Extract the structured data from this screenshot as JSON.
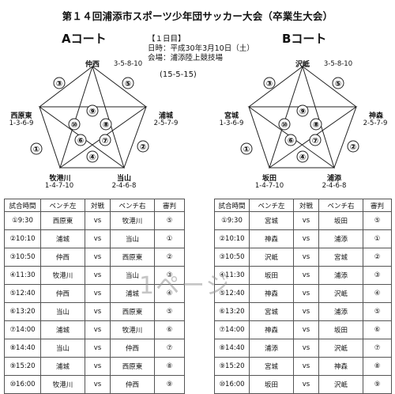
{
  "title": "第１４回浦添市スポーツ少年団サッカー大会（卒業生大会）",
  "info": {
    "day": "【１日目】",
    "date": "日時：平成30年3月10日（土）",
    "venue": "会場：浦添陸上競技場",
    "score_note": "(15-5-15)"
  },
  "courts": {
    "a": {
      "label": "Aコート",
      "teams": {
        "top": {
          "name": "仲西",
          "schedule": "3-5-8-10"
        },
        "right": {
          "name": "浦城",
          "schedule": "2-5-7-9"
        },
        "bottom_right": {
          "name": "当山",
          "schedule": "2-4-6-8"
        },
        "bottom_left": {
          "name": "牧港川",
          "schedule": "1-4-7-10"
        },
        "left": {
          "name": "西原東",
          "schedule": "1-3-6-9"
        }
      }
    },
    "b": {
      "label": "Bコート",
      "teams": {
        "top": {
          "name": "沢岻",
          "schedule": "3-5-8-10"
        },
        "right": {
          "name": "神森",
          "schedule": "2-5-7-9"
        },
        "bottom_right": {
          "name": "浦添",
          "schedule": "2-4-6-8"
        },
        "bottom_left": {
          "name": "坂田",
          "schedule": "1-4-7-10"
        },
        "left": {
          "name": "宮城",
          "schedule": "1-3-6-9"
        }
      }
    }
  },
  "match_numbers": [
    "①",
    "②",
    "③",
    "④",
    "⑤",
    "⑥",
    "⑦",
    "⑧",
    "⑨",
    "⑩"
  ],
  "table_headers": [
    "試合時間",
    "ベンチ左",
    "対戦",
    "ベンチ右",
    "審判"
  ],
  "table_a": [
    {
      "time": "①9:30",
      "left": "西原東",
      "vs": "vs",
      "right": "牧港川",
      "ref": "⑤"
    },
    {
      "time": "②10:10",
      "left": "浦城",
      "vs": "vs",
      "right": "当山",
      "ref": "①"
    },
    {
      "time": "③10:50",
      "left": "仲西",
      "vs": "vs",
      "right": "西原東",
      "ref": "②"
    },
    {
      "time": "④11:30",
      "left": "牧港川",
      "vs": "vs",
      "right": "当山",
      "ref": "③"
    },
    {
      "time": "⑤12:40",
      "left": "仲西",
      "vs": "vs",
      "right": "浦城",
      "ref": "④"
    },
    {
      "time": "⑥13:20",
      "left": "当山",
      "vs": "vs",
      "right": "西原東",
      "ref": "⑤"
    },
    {
      "time": "⑦14:00",
      "left": "浦城",
      "vs": "vs",
      "right": "牧港川",
      "ref": "⑥"
    },
    {
      "time": "⑧14:40",
      "left": "当山",
      "vs": "vs",
      "right": "仲西",
      "ref": "⑦"
    },
    {
      "time": "⑨15:20",
      "left": "浦城",
      "vs": "vs",
      "right": "西原東",
      "ref": "⑧"
    },
    {
      "time": "⑩16:00",
      "left": "牧港川",
      "vs": "vs",
      "right": "仲西",
      "ref": "⑨"
    }
  ],
  "table_b": [
    {
      "time": "①9:30",
      "left": "宮城",
      "vs": "vs",
      "right": "坂田",
      "ref": "⑤"
    },
    {
      "time": "②10:10",
      "left": "神森",
      "vs": "vs",
      "right": "浦添",
      "ref": "①"
    },
    {
      "time": "③10:50",
      "left": "沢岻",
      "vs": "vs",
      "right": "宮城",
      "ref": "②"
    },
    {
      "time": "④11:30",
      "left": "坂田",
      "vs": "vs",
      "right": "浦添",
      "ref": "③"
    },
    {
      "time": "⑤12:40",
      "left": "神森",
      "vs": "vs",
      "right": "沢岻",
      "ref": "④"
    },
    {
      "time": "⑥13:20",
      "left": "宮城",
      "vs": "vs",
      "right": "浦添",
      "ref": "⑤"
    },
    {
      "time": "⑦14:00",
      "left": "神森",
      "vs": "vs",
      "right": "坂田",
      "ref": "⑥"
    },
    {
      "time": "⑧14:40",
      "left": "浦添",
      "vs": "vs",
      "right": "沢岻",
      "ref": "⑦"
    },
    {
      "time": "⑨15:20",
      "left": "宮城",
      "vs": "vs",
      "right": "神森",
      "ref": "⑧"
    },
    {
      "time": "⑩16:00",
      "left": "坂田",
      "vs": "vs",
      "right": "沢岻",
      "ref": "⑨"
    }
  ],
  "watermark": "1ページ"
}
